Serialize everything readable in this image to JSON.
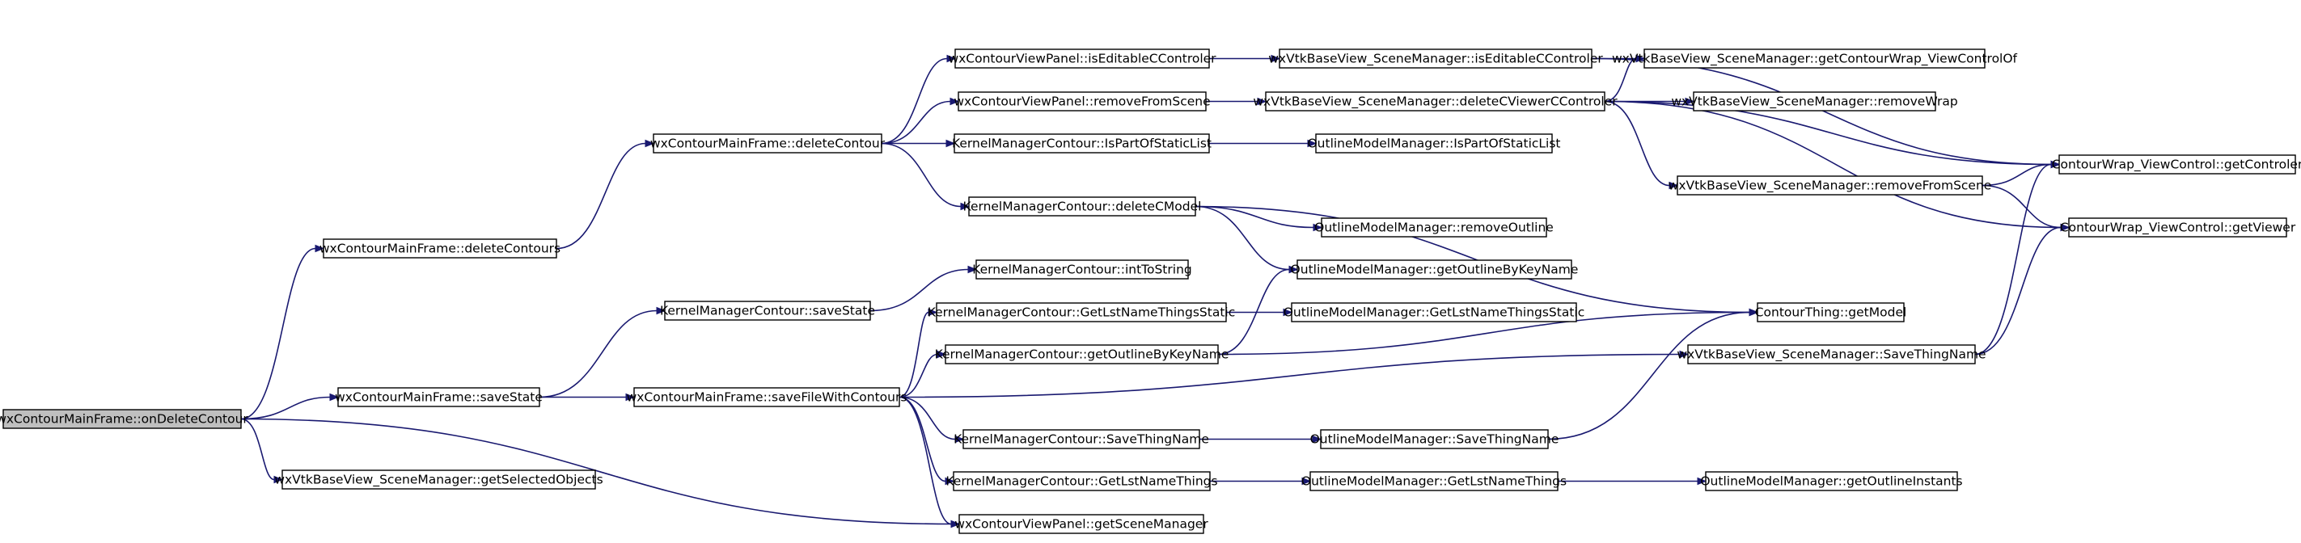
{
  "graph": {
    "root": "onDeleteContour",
    "nodes": [
      {
        "id": "onDeleteContour",
        "label": "wxContourMainFrame::onDeleteContour"
      },
      {
        "id": "deleteContours",
        "label": "wxContourMainFrame::deleteContours"
      },
      {
        "id": "saveState_mf",
        "label": "wxContourMainFrame::saveState"
      },
      {
        "id": "getSelectedObjects",
        "label": "wxVtkBaseView_SceneManager::getSelectedObjects"
      },
      {
        "id": "deleteContour",
        "label": "wxContourMainFrame::deleteContour"
      },
      {
        "id": "saveState_km",
        "label": "KernelManagerContour::saveState"
      },
      {
        "id": "saveFileWithContours",
        "label": "wxContourMainFrame::saveFileWithContours"
      },
      {
        "id": "isEditableCControler_vp",
        "label": "wxContourViewPanel::isEditableCControler"
      },
      {
        "id": "removeFromScene_vp",
        "label": "wxContourViewPanel::removeFromScene"
      },
      {
        "id": "IsPartOfStaticList_km",
        "label": "KernelManagerContour::IsPartOfStaticList"
      },
      {
        "id": "deleteCModel",
        "label": "KernelManagerContour::deleteCModel"
      },
      {
        "id": "intToString",
        "label": "KernelManagerContour::intToString"
      },
      {
        "id": "GetLstNameThingsStatic_km",
        "label": "KernelManagerContour::GetLstNameThingsStatic"
      },
      {
        "id": "getOutlineByKeyName_km",
        "label": "KernelManagerContour::getOutlineByKeyName"
      },
      {
        "id": "SaveThingName_km",
        "label": "KernelManagerContour::SaveThingName"
      },
      {
        "id": "GetLstNameThings_km",
        "label": "KernelManagerContour::GetLstNameThings"
      },
      {
        "id": "getSceneManager",
        "label": "wxContourViewPanel::getSceneManager"
      },
      {
        "id": "isEditableCControler_sm",
        "label": "wxVtkBaseView_SceneManager::isEditableCControler"
      },
      {
        "id": "deleteCViewerCControler",
        "label": "wxVtkBaseView_SceneManager::deleteCViewerCControler"
      },
      {
        "id": "IsPartOfStaticList_om",
        "label": "OutlineModelManager::IsPartOfStaticList"
      },
      {
        "id": "removeOutline",
        "label": "OutlineModelManager::removeOutline"
      },
      {
        "id": "getOutlineByKeyName_om",
        "label": "OutlineModelManager::getOutlineByKeyName"
      },
      {
        "id": "GetLstNameThingsStatic_om",
        "label": "OutlineModelManager::GetLstNameThingsStatic"
      },
      {
        "id": "SaveThingName_om",
        "label": "OutlineModelManager::SaveThingName"
      },
      {
        "id": "GetLstNameThings_om",
        "label": "OutlineModelManager::GetLstNameThings"
      },
      {
        "id": "getContourWrap_ViewControlOf",
        "label": "wxVtkBaseView_SceneManager::getContourWrap_ViewControlOf"
      },
      {
        "id": "removeWrap",
        "label": "wxVtkBaseView_SceneManager::removeWrap"
      },
      {
        "id": "removeFromScene_sm",
        "label": "wxVtkBaseView_SceneManager::removeFromScene"
      },
      {
        "id": "SaveThingName_sm",
        "label": "wxVtkBaseView_SceneManager::SaveThingName"
      },
      {
        "id": "getModel",
        "label": "ContourThing::getModel"
      },
      {
        "id": "getOutlineInstants",
        "label": "OutlineModelManager::getOutlineInstants"
      },
      {
        "id": "getControler",
        "label": "ContourWrap_ViewControl::getControler"
      },
      {
        "id": "getViewer",
        "label": "ContourWrap_ViewControl::getViewer"
      }
    ],
    "edges": [
      {
        "from": "onDeleteContour",
        "to": "deleteContours"
      },
      {
        "from": "onDeleteContour",
        "to": "saveState_mf"
      },
      {
        "from": "onDeleteContour",
        "to": "getSelectedObjects"
      },
      {
        "from": "onDeleteContour",
        "to": "getSceneManager"
      },
      {
        "from": "deleteContours",
        "to": "deleteContour"
      },
      {
        "from": "deleteContour",
        "to": "isEditableCControler_vp"
      },
      {
        "from": "deleteContour",
        "to": "removeFromScene_vp"
      },
      {
        "from": "deleteContour",
        "to": "IsPartOfStaticList_km"
      },
      {
        "from": "deleteContour",
        "to": "deleteCModel"
      },
      {
        "from": "saveState_mf",
        "to": "saveState_km"
      },
      {
        "from": "saveState_mf",
        "to": "saveFileWithContours"
      },
      {
        "from": "saveState_km",
        "to": "intToString"
      },
      {
        "from": "saveFileWithContours",
        "to": "GetLstNameThingsStatic_km"
      },
      {
        "from": "saveFileWithContours",
        "to": "getOutlineByKeyName_km"
      },
      {
        "from": "saveFileWithContours",
        "to": "SaveThingName_sm"
      },
      {
        "from": "saveFileWithContours",
        "to": "SaveThingName_km"
      },
      {
        "from": "saveFileWithContours",
        "to": "GetLstNameThings_km"
      },
      {
        "from": "saveFileWithContours",
        "to": "getSceneManager"
      },
      {
        "from": "isEditableCControler_vp",
        "to": "isEditableCControler_sm"
      },
      {
        "from": "removeFromScene_vp",
        "to": "deleteCViewerCControler"
      },
      {
        "from": "IsPartOfStaticList_km",
        "to": "IsPartOfStaticList_om"
      },
      {
        "from": "deleteCModel",
        "to": "removeOutline"
      },
      {
        "from": "deleteCModel",
        "to": "getModel"
      },
      {
        "from": "GetLstNameThingsStatic_km",
        "to": "GetLstNameThingsStatic_om"
      },
      {
        "from": "getOutlineByKeyName_km",
        "to": "getOutlineByKeyName_om"
      },
      {
        "from": "getOutlineByKeyName_km",
        "to": "getModel"
      },
      {
        "from": "SaveThingName_km",
        "to": "SaveThingName_om"
      },
      {
        "from": "GetLstNameThings_km",
        "to": "GetLstNameThings_om"
      },
      {
        "from": "isEditableCControler_sm",
        "to": "getContourWrap_ViewControlOf"
      },
      {
        "from": "isEditableCControler_sm",
        "to": "getControler"
      },
      {
        "from": "deleteCViewerCControler",
        "to": "getContourWrap_ViewControlOf"
      },
      {
        "from": "deleteCViewerCControler",
        "to": "removeWrap"
      },
      {
        "from": "deleteCViewerCControler",
        "to": "getControler"
      },
      {
        "from": "deleteCViewerCControler",
        "to": "removeFromScene_sm"
      },
      {
        "from": "deleteCViewerCControler",
        "to": "getViewer"
      },
      {
        "from": "removeFromScene_sm",
        "to": "getControler"
      },
      {
        "from": "removeFromScene_sm",
        "to": "getViewer"
      },
      {
        "from": "SaveThingName_sm",
        "to": "getControler"
      },
      {
        "from": "SaveThingName_sm",
        "to": "getViewer"
      },
      {
        "from": "SaveThingName_om",
        "to": "getModel"
      },
      {
        "from": "GetLstNameThings_om",
        "to": "getOutlineInstants"
      },
      {
        "from": "deleteCModel",
        "to": "getOutlineByKeyName_om"
      }
    ]
  }
}
